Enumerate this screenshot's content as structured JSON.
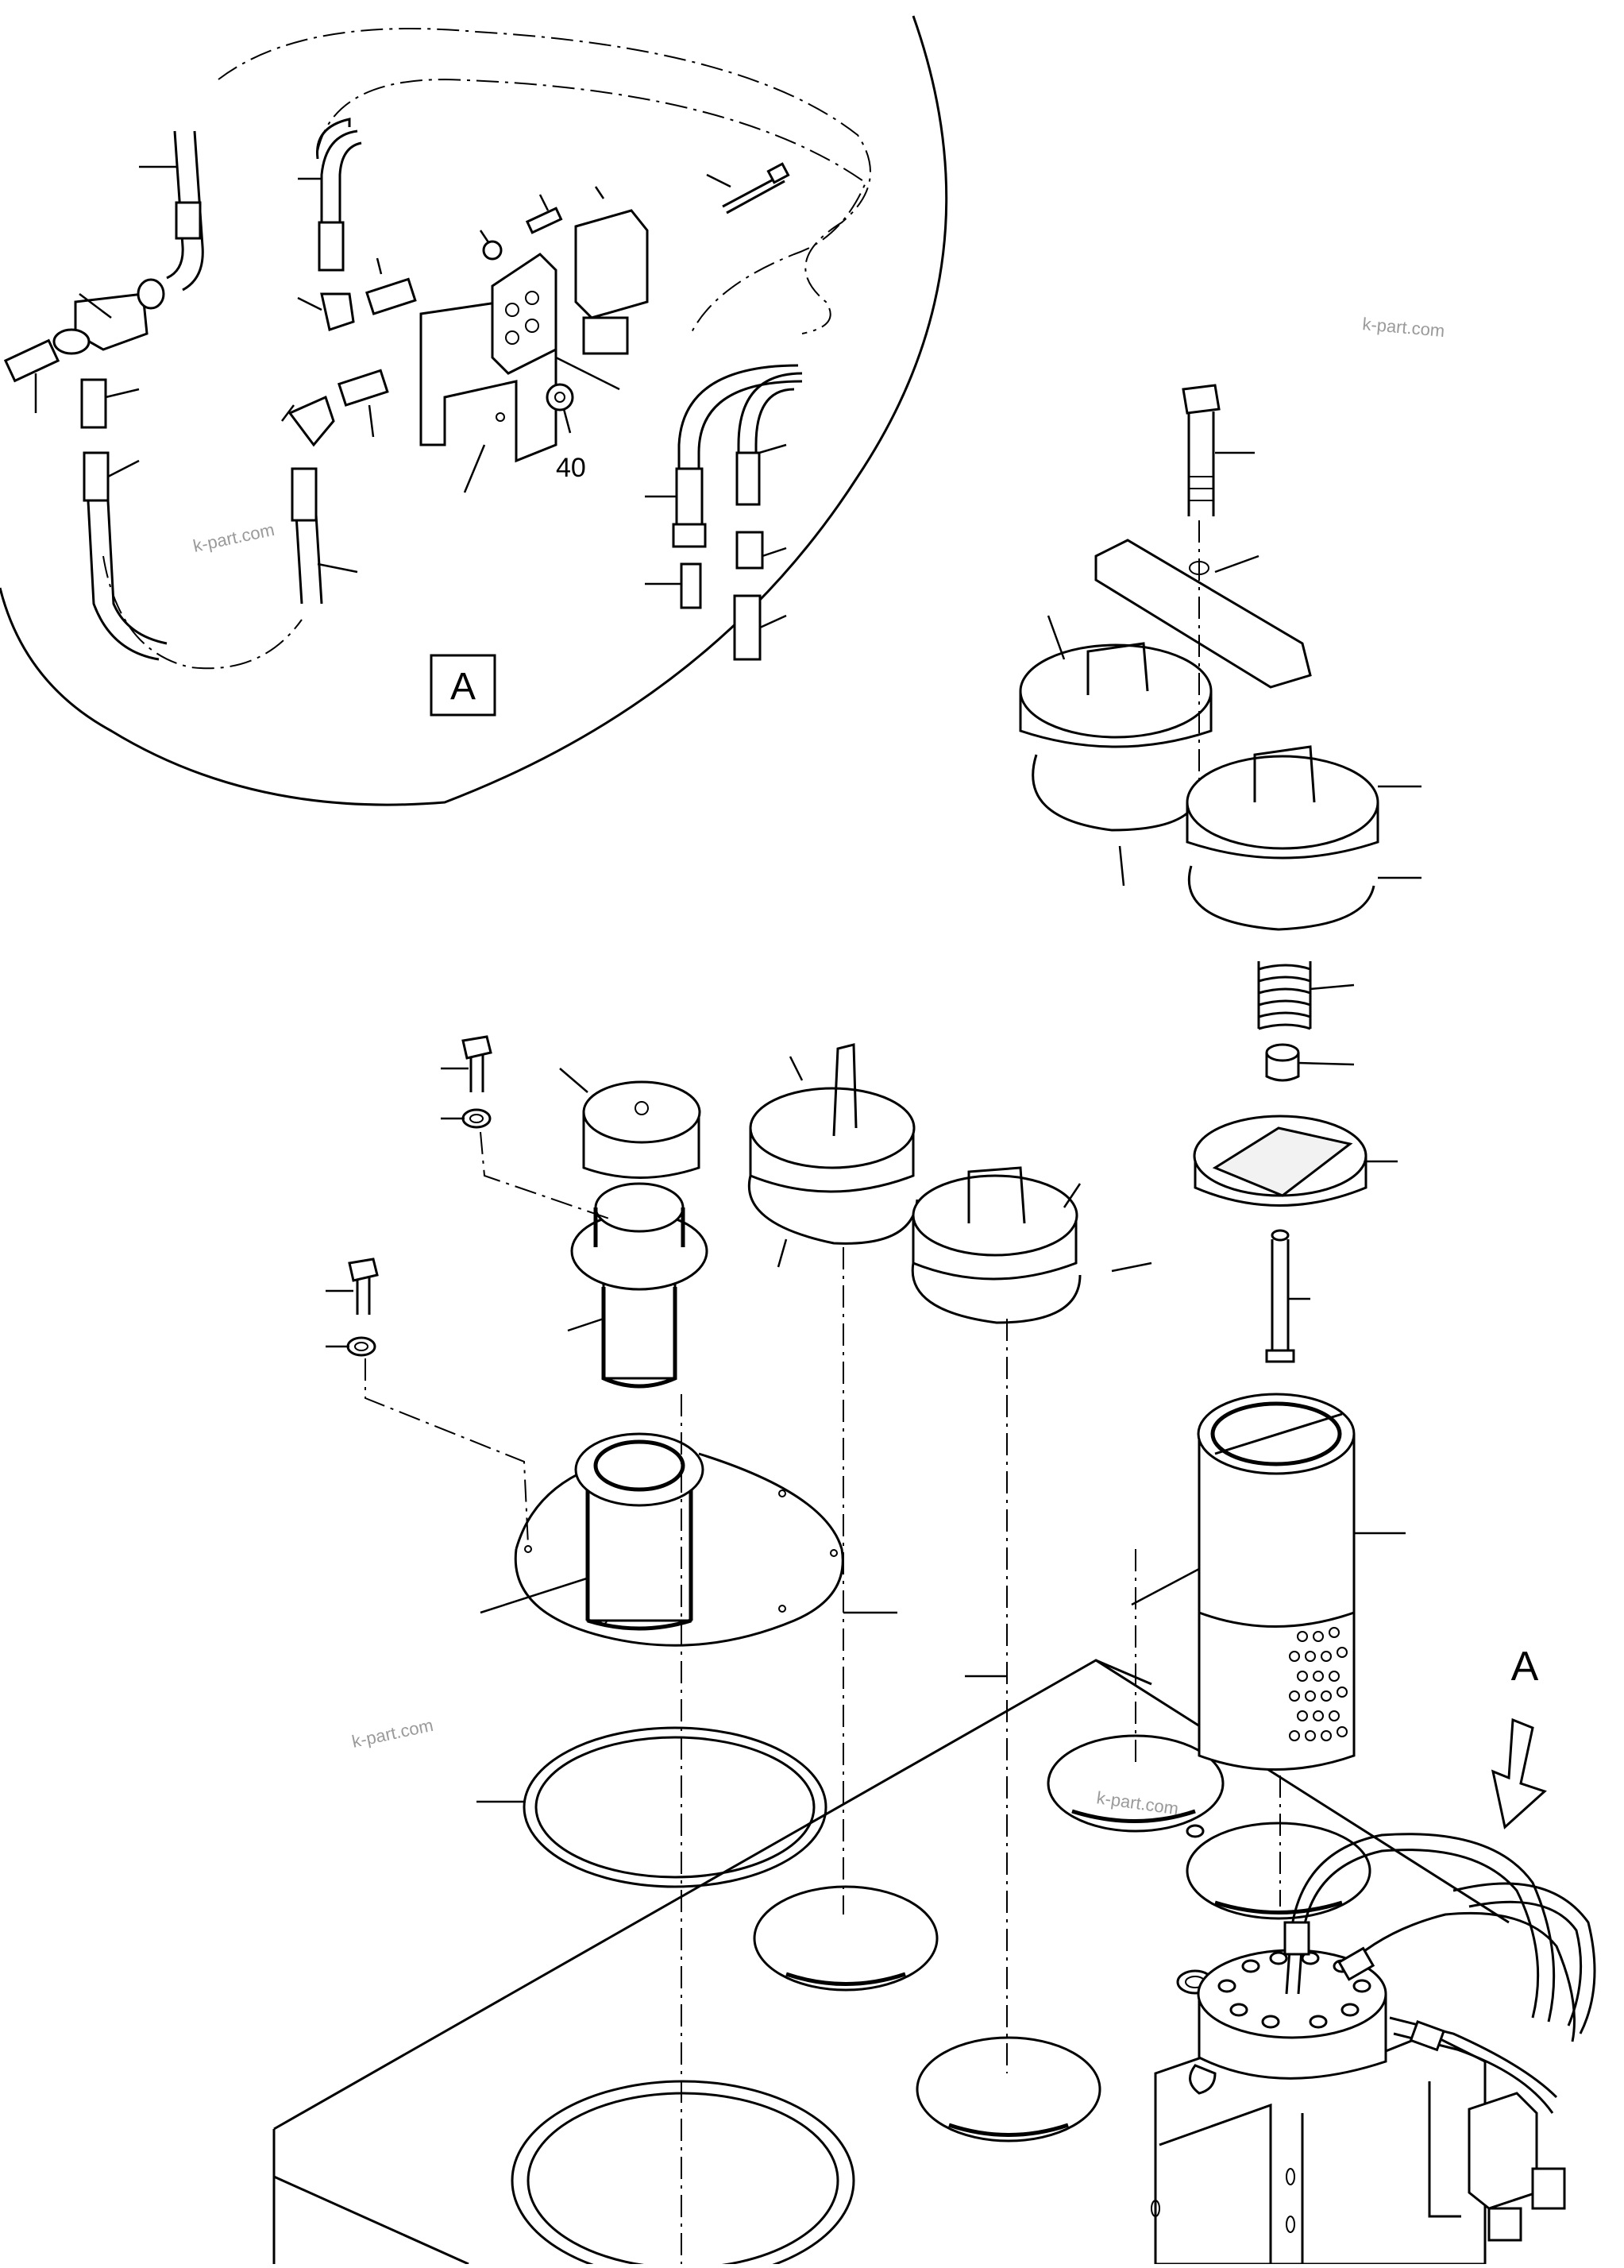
{
  "detail": {
    "label": "A",
    "callout_number": "40"
  },
  "view_arrow": {
    "label": "A"
  },
  "watermarks": [
    "k-part.com",
    "k-part.com",
    "k-part.com",
    "k-part.com"
  ]
}
